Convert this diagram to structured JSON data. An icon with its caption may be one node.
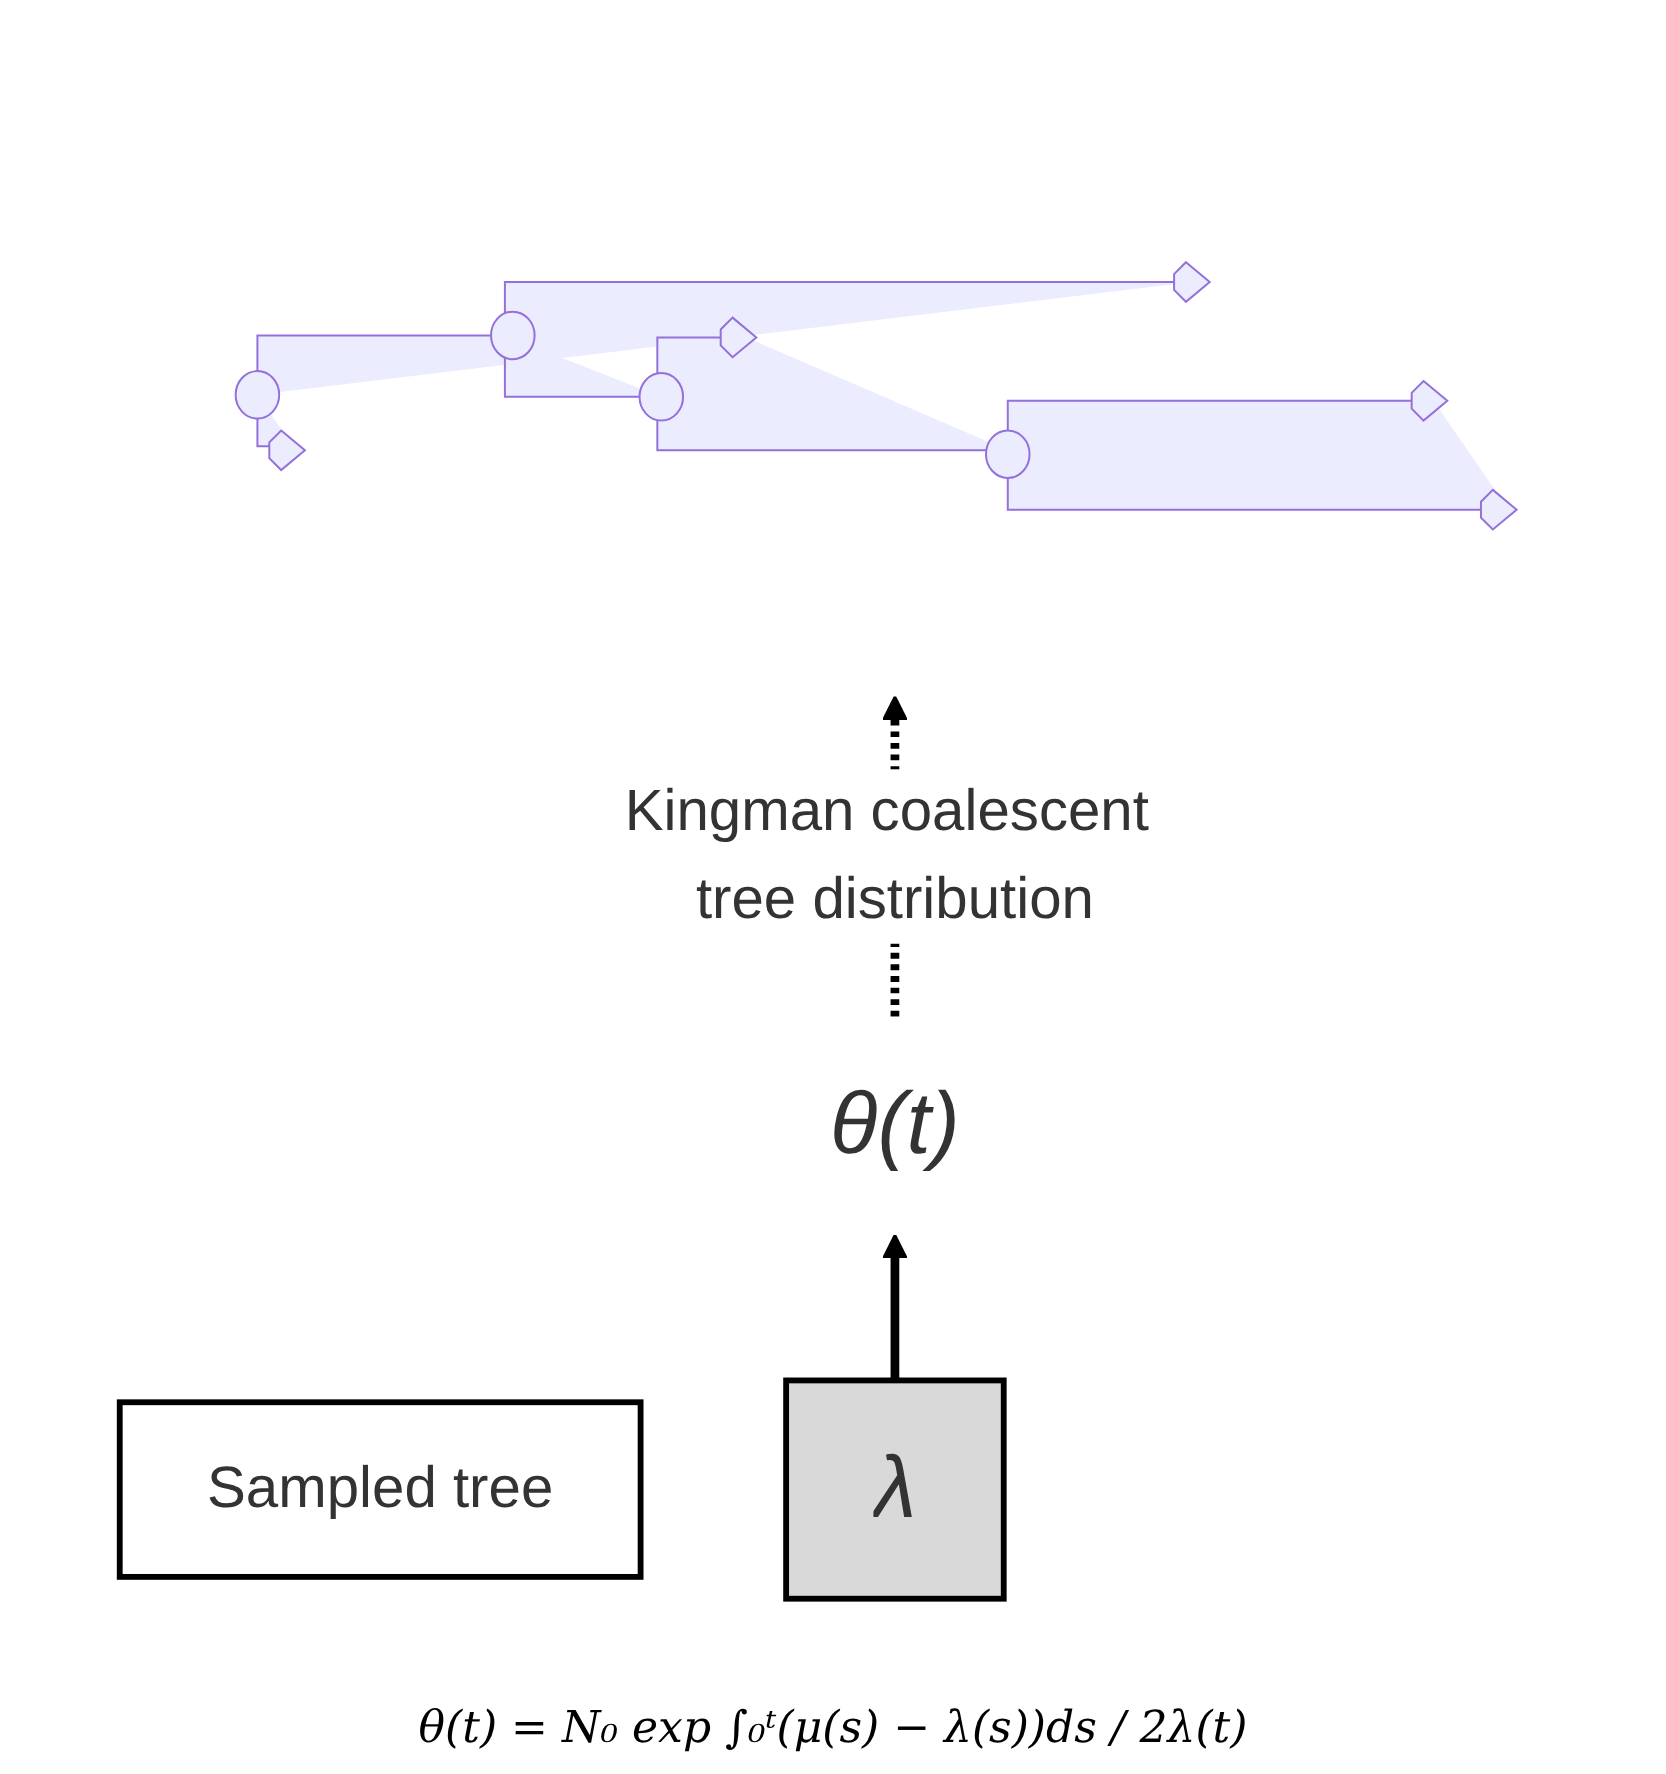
{
  "diagram": {
    "nodes": [
      {
        "text": [
          "Sampled tree"
        ]
      },
      {
        "text": [],
        "shape": "picture"
      },
      {
        "text": [
          "θ(t)"
        ]
      },
      {
        "text": [
          "λ"
        ]
      }
    ],
    "edges": [
      {
        "from": 2,
        "to": 1,
        "arrow": "to",
        "style": "dashed",
        "label": "Kingman coalescent tree distribution"
      },
      {
        "from": 3,
        "to": 2,
        "arrow": "to"
      }
    ],
    "labels": [
      "θ(t) = N₀ exp ∫₀ᵗ(μ(s) − λ(s))ds / 2λ(t)"
    ]
  }
}
